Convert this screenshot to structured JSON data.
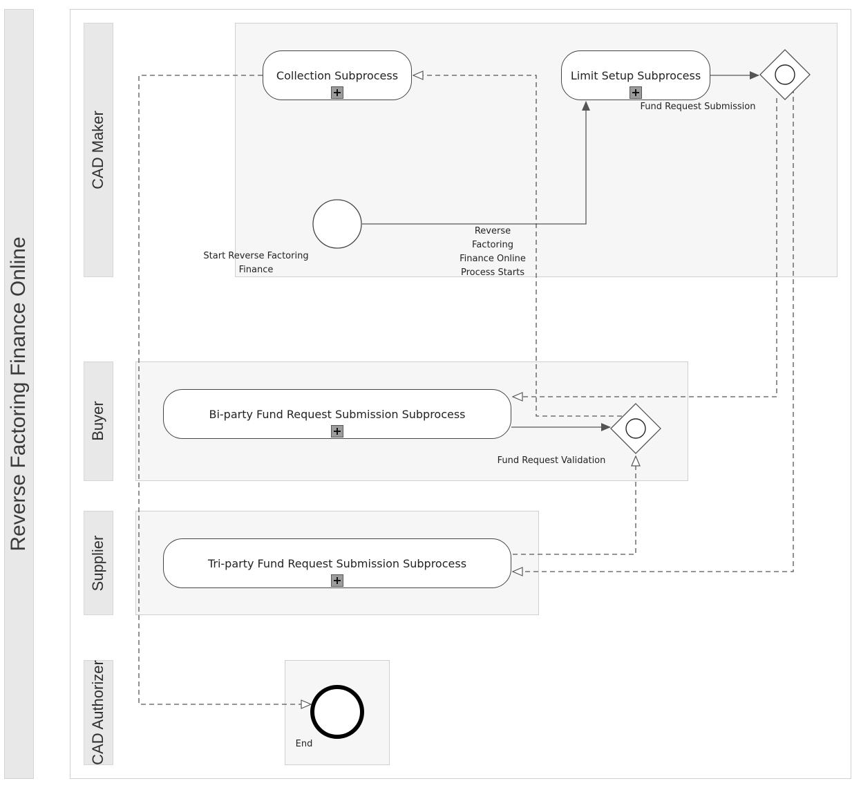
{
  "pool": {
    "title": "Reverse Factoring Finance Online"
  },
  "lanes": [
    {
      "name": "CAD Maker"
    },
    {
      "name": "Buyer"
    },
    {
      "name": "Supplier"
    },
    {
      "name": "CAD Authorizer"
    }
  ],
  "tasks": {
    "collection": "Collection Subprocess",
    "limit_setup": "Limit Setup Subprocess",
    "biparty": "Bi-party Fund Request Submission Subprocess",
    "triparty": "Tri-party Fund Request Submission Subprocess"
  },
  "events": {
    "start": "Start Reverse Factoring Finance",
    "end": "End"
  },
  "gateways": {
    "fund_request_submission": "Fund Request Submission",
    "fund_request_validation": "Fund Request Validation"
  },
  "flows": {
    "start_to_limit": "Reverse Factoring Finance Online Process Starts"
  },
  "colors": {
    "lane_bar": "#e8e8e8",
    "lane_area": "#f6f6f6",
    "line": "#555555"
  }
}
